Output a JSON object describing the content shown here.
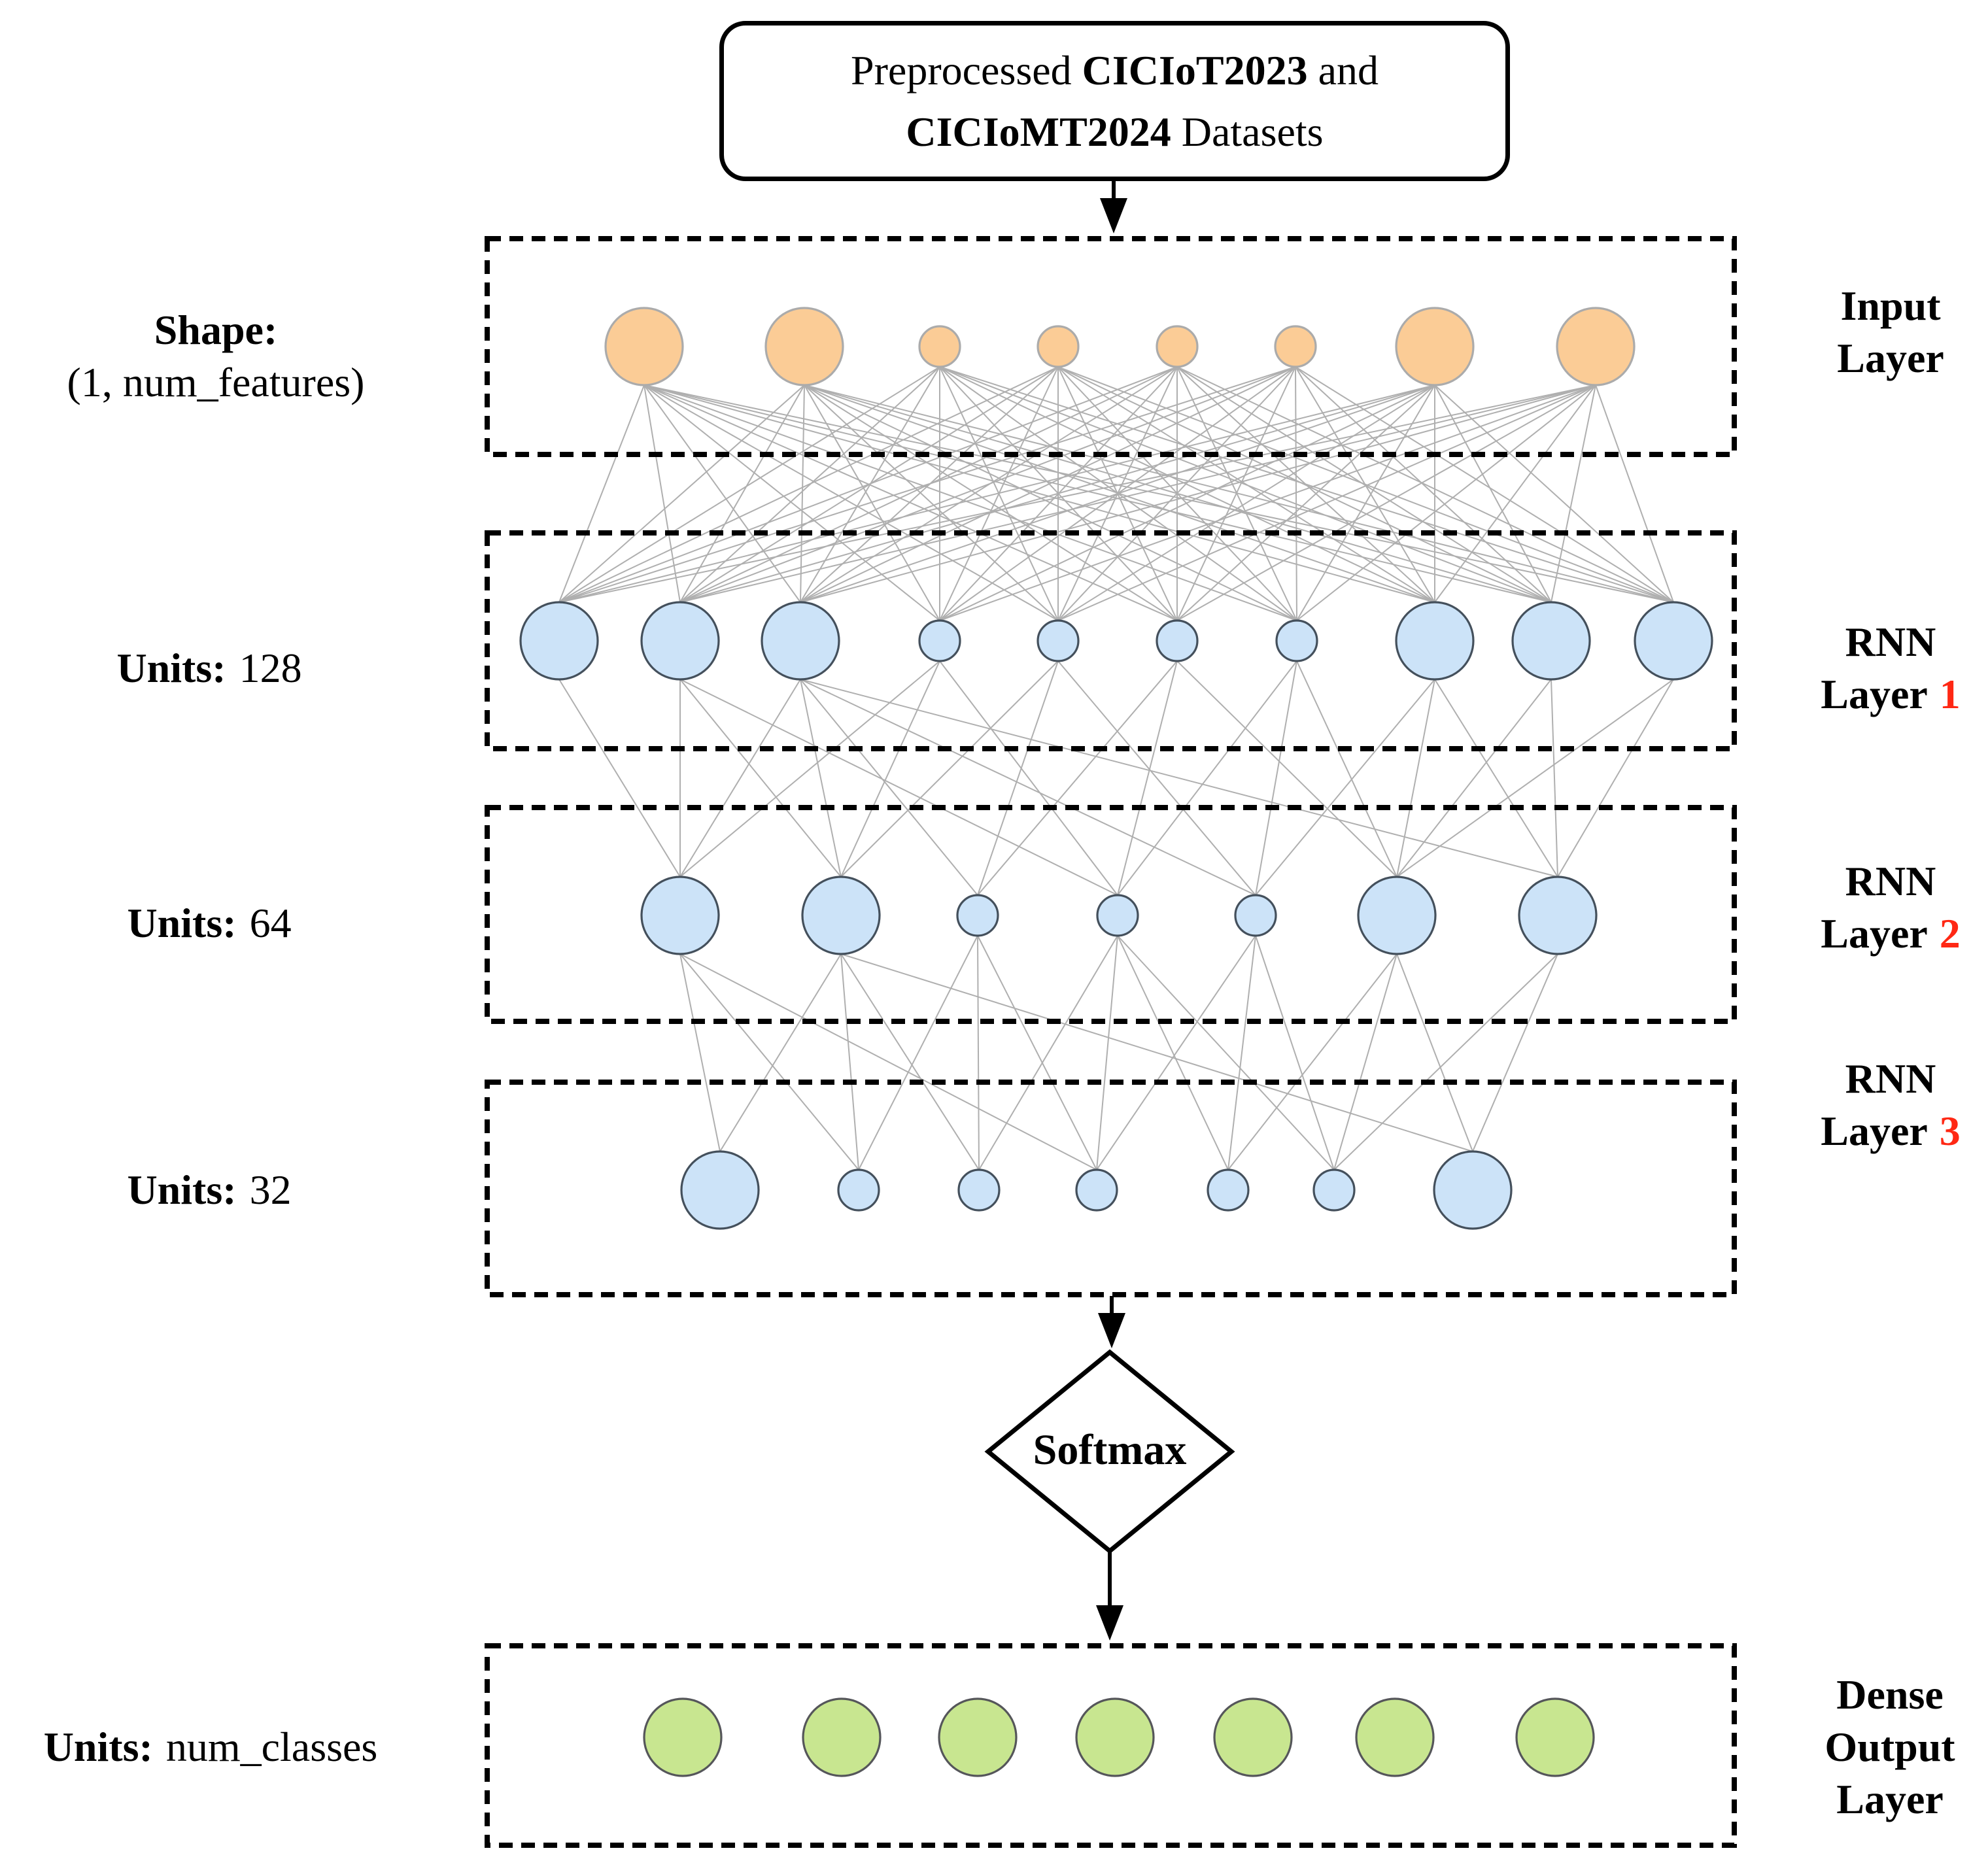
{
  "colors": {
    "background": "#FFFFFF",
    "solid_border": "#000000",
    "dashed_border": "#000000",
    "connection_line": "#AFAFAF",
    "red_accent": "#FF2814",
    "input_fill": "#FBCC96",
    "input_stroke": "#ABABAB",
    "rnn_fill": "#CCE3F8",
    "rnn_stroke": "#44505C",
    "output_fill": "#C8E690",
    "output_stroke": "#55565A"
  },
  "title_box": {
    "line1_pre": "Preprocessed ",
    "line1_bold": "CICIoT2023",
    "line1_post": " and",
    "line2_bold": "CICIoMT2024",
    "line2_post": " Datasets"
  },
  "left_labels": [
    {
      "bold": "Shape:",
      "value": "(1, num_features)"
    },
    {
      "bold": "Units:",
      "value": "128"
    },
    {
      "bold": "Units:",
      "value": "64"
    },
    {
      "bold": "Units:",
      "value": "32"
    },
    {
      "bold": "Units:",
      "value": "num_classes"
    }
  ],
  "right_labels": [
    {
      "line1": "Input",
      "line2": "Layer"
    },
    {
      "line1": "RNN",
      "line2": "Layer",
      "number": "1"
    },
    {
      "line1": "RNN",
      "line2": "Layer",
      "number": "2"
    },
    {
      "line1": "RNN",
      "line2": "Layer",
      "number": "3"
    },
    {
      "line1": "Dense",
      "line2": "Output",
      "line3": "Layer"
    }
  ],
  "softmax_label": "Softmax",
  "diagram": {
    "layers": [
      {
        "id": "input",
        "palette": "input",
        "node_sizes": [
          "L",
          "L",
          "S",
          "S",
          "S",
          "S",
          "L",
          "L"
        ]
      },
      {
        "id": "rnn1",
        "palette": "rnn",
        "node_sizes": [
          "L",
          "L",
          "L",
          "S",
          "S",
          "S",
          "S",
          "L",
          "L",
          "L"
        ]
      },
      {
        "id": "rnn2",
        "palette": "rnn",
        "node_sizes": [
          "L",
          "L",
          "S",
          "S",
          "S",
          "L",
          "L"
        ]
      },
      {
        "id": "rnn3",
        "palette": "rnn",
        "node_sizes": [
          "L",
          "S",
          "S",
          "S",
          "S",
          "S",
          "L"
        ]
      },
      {
        "id": "output",
        "palette": "output",
        "node_sizes": [
          "L",
          "L",
          "L",
          "L",
          "L",
          "L",
          "L"
        ]
      }
    ],
    "connections": [
      {
        "from": "input",
        "to": "rnn1",
        "type": "full"
      },
      {
        "from": "rnn1",
        "to": "rnn2",
        "type": "pairs",
        "pairs": [
          [
            0,
            0
          ],
          [
            1,
            0
          ],
          [
            2,
            0
          ],
          [
            3,
            0
          ],
          [
            1,
            1
          ],
          [
            2,
            1
          ],
          [
            3,
            1
          ],
          [
            4,
            1
          ],
          [
            2,
            2
          ],
          [
            4,
            2
          ],
          [
            5,
            2
          ],
          [
            1,
            3
          ],
          [
            3,
            3
          ],
          [
            5,
            3
          ],
          [
            6,
            3
          ],
          [
            2,
            4
          ],
          [
            4,
            4
          ],
          [
            6,
            4
          ],
          [
            7,
            4
          ],
          [
            5,
            5
          ],
          [
            6,
            5
          ],
          [
            7,
            5
          ],
          [
            8,
            5
          ],
          [
            9,
            5
          ],
          [
            2,
            6
          ],
          [
            7,
            6
          ],
          [
            8,
            6
          ],
          [
            9,
            6
          ]
        ]
      },
      {
        "from": "rnn2",
        "to": "rnn3",
        "type": "pairs",
        "pairs": [
          [
            0,
            0
          ],
          [
            1,
            0
          ],
          [
            0,
            1
          ],
          [
            1,
            1
          ],
          [
            2,
            1
          ],
          [
            1,
            2
          ],
          [
            2,
            2
          ],
          [
            3,
            2
          ],
          [
            0,
            3
          ],
          [
            2,
            3
          ],
          [
            3,
            3
          ],
          [
            4,
            3
          ],
          [
            3,
            4
          ],
          [
            4,
            4
          ],
          [
            5,
            4
          ],
          [
            3,
            5
          ],
          [
            4,
            5
          ],
          [
            5,
            5
          ],
          [
            6,
            5
          ],
          [
            1,
            6
          ],
          [
            5,
            6
          ],
          [
            6,
            6
          ]
        ]
      }
    ]
  }
}
